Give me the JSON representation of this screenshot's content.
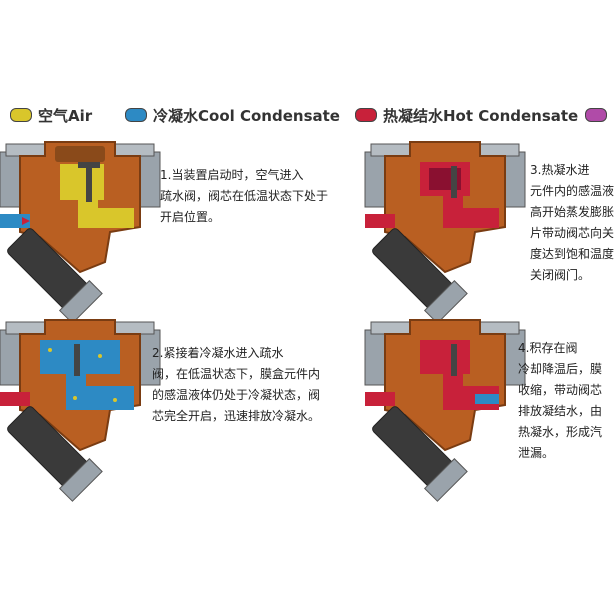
{
  "legend": {
    "items": [
      {
        "label": "空气Air",
        "color": "#d9c62b"
      },
      {
        "label": "冷凝水Cool Condensate",
        "color": "#2d8ac4"
      },
      {
        "label": "热凝结水Hot Condensate",
        "color": "#c8213a"
      },
      {
        "label": "",
        "color": "#b04ba8"
      }
    ]
  },
  "steps": [
    {
      "text": "1.当装置启动时，空气进入\n疏水阀，阀芯在低温状态下处于\n开启位置。"
    },
    {
      "text": "3.热凝水进\n元件内的感温液\n高开始蒸发膨胀\n片带动阀芯向关\n度达到饱和温度\n关闭阀门。"
    },
    {
      "text": "2.紧接着冷凝水进入疏水\n阀，在低温状态下，膜盒元件内\n的感温液体仍处于冷凝状态，阀\n芯完全开启，迅速排放冷凝水。"
    },
    {
      "text": "4.积存在阀\n冷却降温后，膜\n收缩，带动阀芯\n排放凝结水，由\n热凝水，形成汽\n泄漏。"
    }
  ],
  "colors": {
    "body": "#b95f22",
    "body_dark": "#7a3c12",
    "metal": "#9aa3ab",
    "strainer": "#3a3a3a",
    "air": "#d9c62b",
    "cool": "#2d8ac4",
    "hot": "#c8213a",
    "hot_inner": "#8a1030"
  }
}
